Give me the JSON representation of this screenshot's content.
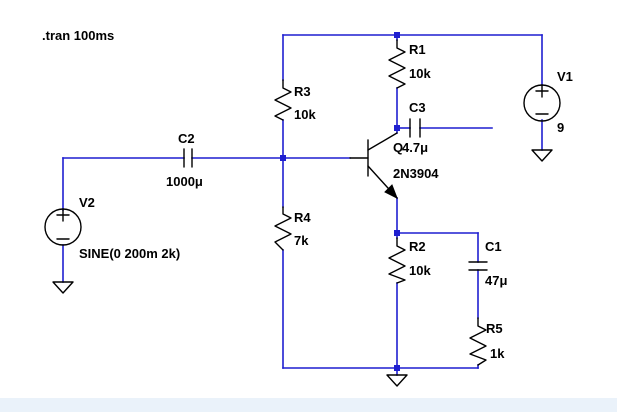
{
  "directive": ".tran 100ms",
  "components": {
    "R1": {
      "name": "R1",
      "value": "10k"
    },
    "R2": {
      "name": "R2",
      "value": "10k"
    },
    "R3": {
      "name": "R3",
      "value": "10k"
    },
    "R4": {
      "name": "R4",
      "value": "7k"
    },
    "R5": {
      "name": "R5",
      "value": "1k"
    },
    "C1": {
      "name": "C1",
      "value": "47μ"
    },
    "C2": {
      "name": "C2",
      "value": "1000μ"
    },
    "C3": {
      "name": "C3",
      "value": "4.7μ"
    },
    "Q": {
      "name": "Q",
      "value": "2N3904"
    },
    "V1": {
      "name": "V1",
      "value": "9"
    },
    "V2": {
      "name": "V2",
      "value": "SINE(0 200m 2k)"
    }
  },
  "colors": {
    "wire": "#1f1fd0",
    "component": "#000000",
    "background": "#ffffff",
    "strip": "#eaf2fa"
  },
  "icons": {
    "ground": "ground-icon",
    "source": "voltage-source-icon"
  }
}
